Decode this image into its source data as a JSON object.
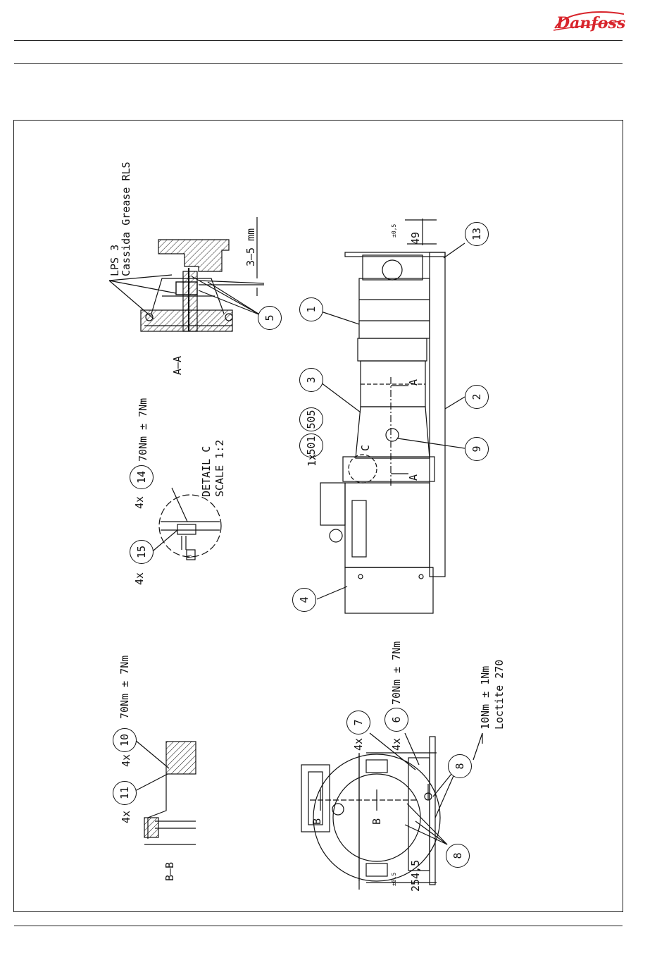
{
  "header": {
    "brand": "Danfoss"
  },
  "section_aa": {
    "title": "A–A",
    "grease_line1": "LPS 3",
    "grease_line2": "Cassida Grease RLS",
    "gap_dim": "3–5 mm",
    "bubble_5": "5"
  },
  "detail_c": {
    "title_line1": "DETAIL C",
    "title_line2": "SCALE 1:2",
    "qty_14": "4x",
    "bubble_14": "14",
    "torque_14": "70Nm ± 7Nm",
    "qty_15": "4x",
    "bubble_15": "15",
    "small_label": "B"
  },
  "section_bb": {
    "title": "B–B",
    "qty_10": "4x",
    "bubble_10": "10",
    "torque_10": "70Nm ± 7Nm",
    "qty_11": "4x",
    "bubble_11": "11"
  },
  "side_view": {
    "dim_49": "49",
    "dim_49_tol": "±0,5",
    "bubble_13": "13",
    "bubble_1": "1",
    "bubble_3": "3",
    "bubble_2": "2",
    "bubble_9": "9",
    "bubble_4": "4",
    "bubble_501": "501",
    "bubble_505": "505",
    "qty_501": "1x",
    "section_mark_a": "A",
    "detail_mark_c": "C"
  },
  "end_view": {
    "qty_7": "4x",
    "bubble_7": "7",
    "qty_6": "4x",
    "bubble_6": "6",
    "torque_6": "70Nm ± 7Nm",
    "torque_8_line1": "10Nm ± 1Nm",
    "torque_8_line2": "Loctite 270",
    "bubble_8a": "8",
    "bubble_8b": "8",
    "section_mark_b": "B",
    "dim_254": "254,5",
    "dim_254_tol": "±0,5"
  },
  "colors": {
    "brand_red": "#d8242b",
    "line": "#111111"
  }
}
